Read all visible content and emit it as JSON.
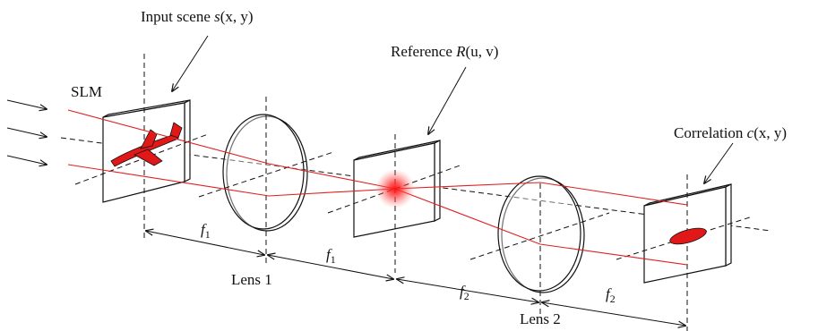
{
  "labels": {
    "input_scene": {
      "text": "Input scene ",
      "var": "s",
      "args": "(x, y)"
    },
    "reference": {
      "text": "Reference ",
      "var": "R",
      "args": "(u, v)"
    },
    "correlation": {
      "text": "Correlation ",
      "var": "c",
      "args": "(x, y)"
    },
    "slm": "SLM",
    "lens1": "Lens 1",
    "lens2": "Lens 2",
    "f1_a": {
      "base": "f",
      "sub": "1"
    },
    "f1_b": {
      "base": "f",
      "sub": "1"
    },
    "f2_a": {
      "base": "f",
      "sub": "2"
    },
    "f2_b": {
      "base": "f",
      "sub": "2"
    }
  },
  "colors": {
    "beam": "#e02020",
    "airplane": "#e01818",
    "line": "#111111"
  }
}
